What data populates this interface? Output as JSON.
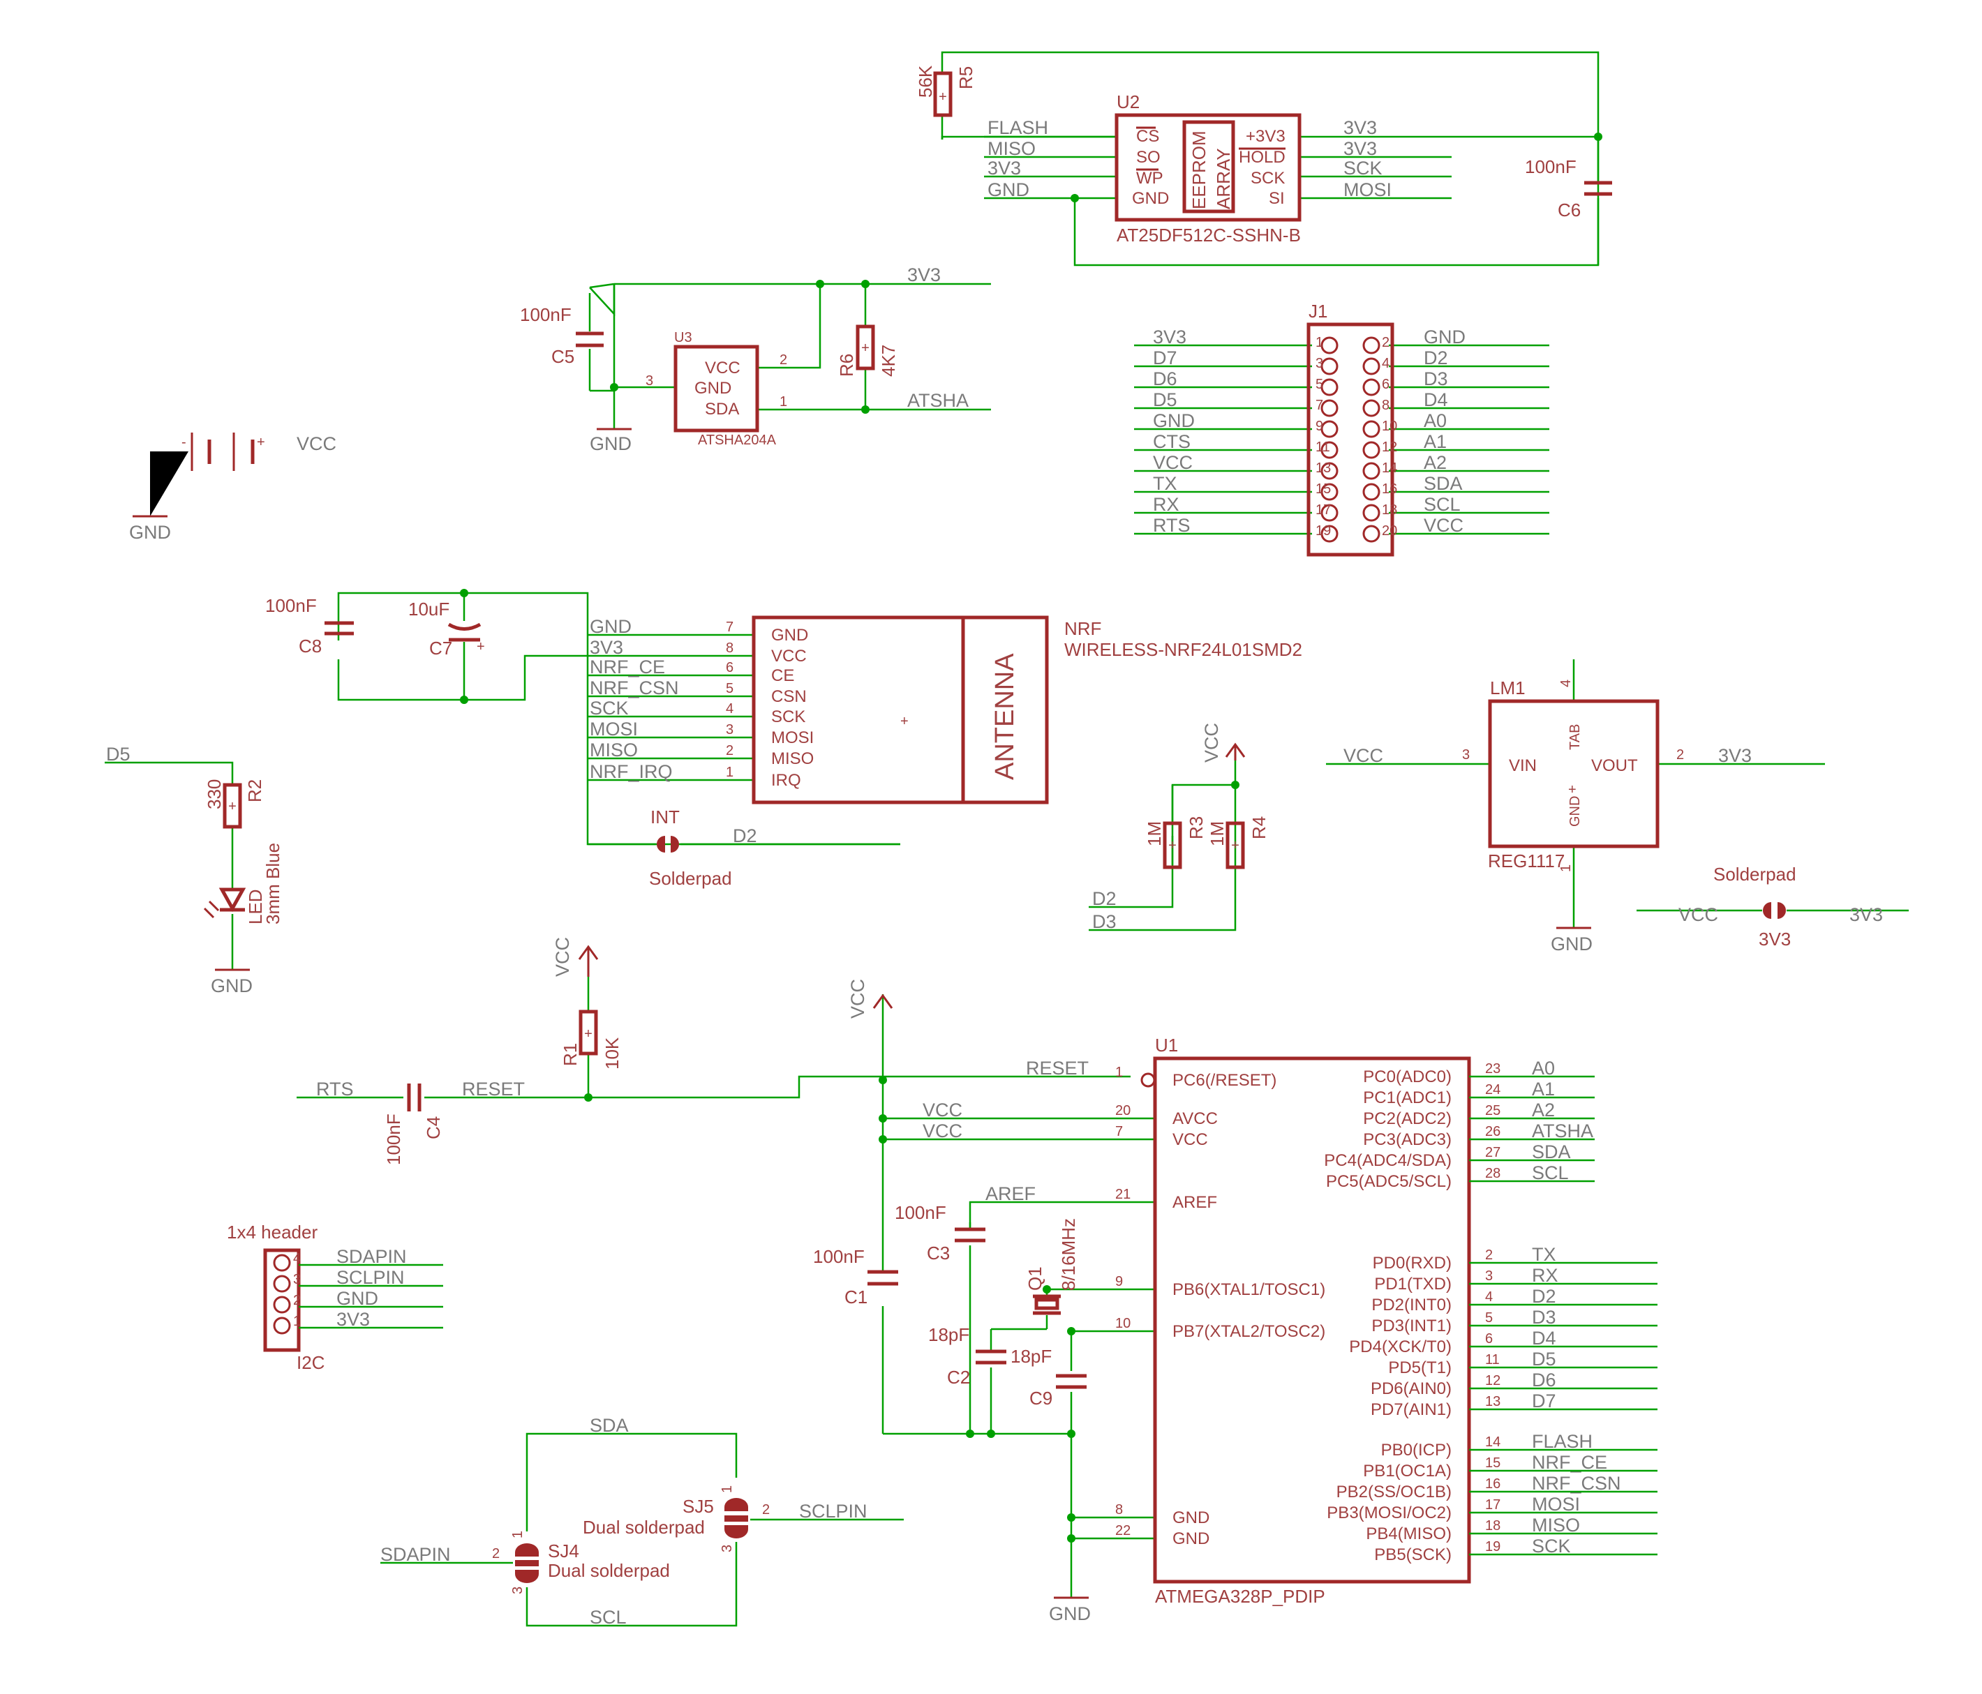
{
  "u2": {
    "ref": "U2",
    "part": "AT25DF512C-SSHN-B",
    "pins": [
      "CS",
      "SO",
      "WP",
      "GND",
      "+3V3",
      "HOLD",
      "SCK",
      "SI"
    ],
    "array": [
      "EEPROM",
      "ARRAY"
    ],
    "nets": [
      "FLASH",
      "MISO",
      "3V3",
      "GND",
      "3V3",
      "3V3",
      "SCK",
      "MOSI"
    ]
  },
  "r5": {
    "ref": "R5",
    "value": "56K"
  },
  "c6": {
    "ref": "C6",
    "value": "100nF"
  },
  "u3": {
    "ref": "U3",
    "part": "ATSHA204A",
    "pins": [
      "VCC",
      "GND",
      "SDA"
    ],
    "pin_numbers": [
      "2",
      "3",
      "1"
    ]
  },
  "c5": {
    "ref": "C5",
    "value": "100nF"
  },
  "r6": {
    "ref": "R6",
    "value": "4K7"
  },
  "u3_nets": {
    "supply": "3V3",
    "data": "ATSHA",
    "ground": "GND"
  },
  "battery": {
    "vcc": "VCC",
    "gnd": "GND",
    "minus": "-",
    "plus": "+"
  },
  "j1": {
    "ref": "J1",
    "left_nets": [
      "3V3",
      "D7",
      "D6",
      "D5",
      "GND",
      "CTS",
      "VCC",
      "TX",
      "RX",
      "RTS"
    ],
    "right_nets": [
      "GND",
      "D2",
      "D3",
      "D4",
      "A0",
      "A1",
      "A2",
      "SDA",
      "SCL",
      "VCC"
    ],
    "left_pins": [
      "1",
      "3",
      "5",
      "7",
      "9",
      "11",
      "13",
      "15",
      "17",
      "19"
    ],
    "right_pins": [
      "2",
      "4",
      "6",
      "8",
      "10",
      "12",
      "14",
      "16",
      "18",
      "20"
    ]
  },
  "nrf": {
    "ref": "NRF",
    "part": "WIRELESS-NRF24L01SMD2",
    "antenna": "ANTENNA",
    "pins": [
      "GND",
      "VCC",
      "CE",
      "CSN",
      "SCK",
      "MOSI",
      "MISO",
      "IRQ"
    ],
    "pin_numbers": [
      "7",
      "8",
      "6",
      "5",
      "4",
      "3",
      "2",
      "1"
    ],
    "nets": [
      "GND",
      "3V3",
      "NRF_CE",
      "NRF_CSN",
      "SCK",
      "MOSI",
      "MISO",
      "NRF_IRQ"
    ]
  },
  "c8": {
    "ref": "C8",
    "value": "100nF"
  },
  "c7": {
    "ref": "C7",
    "value": "10uF"
  },
  "int_pad": {
    "ref": "INT",
    "kind": "Solderpad",
    "net": "D2"
  },
  "r3": {
    "ref": "R3",
    "value": "1M"
  },
  "r4": {
    "ref": "R4",
    "value": "1M"
  },
  "pullup_nets": {
    "vcc": "VCC",
    "a": "D2",
    "b": "D3"
  },
  "lm1": {
    "ref": "LM1",
    "part": "REG1117",
    "vin": "VIN",
    "vout": "VOUT",
    "tab": "TAB",
    "gnd": "GND",
    "plus": "+",
    "vin_net": "VCC",
    "vout_net": "3V3",
    "gnd_net": "GND",
    "pin_vin": "3",
    "pin_vout": "2",
    "pin_tab": "4",
    "pin_gnd": "1"
  },
  "pad_3v3": {
    "ref": "3V3",
    "kind": "Solderpad",
    "left": "VCC",
    "right": "3V3"
  },
  "led": {
    "ref": "LED",
    "value": "3mm Blue",
    "net": "D5",
    "gnd": "GND"
  },
  "r2": {
    "ref": "R2",
    "value": "330"
  },
  "r1": {
    "ref": "R1",
    "value": "10K"
  },
  "c4": {
    "ref": "C4",
    "value": "100nF"
  },
  "reset_nets": {
    "rts": "RTS",
    "reset": "RESET",
    "vcc": "VCC"
  },
  "u1": {
    "ref": "U1",
    "part": "ATMEGA328P_PDIP",
    "left": [
      {
        "pin": "PC6(/RESET)",
        "num": "1",
        "net": "RESET"
      },
      {
        "pin": "AVCC",
        "num": "20",
        "net": "VCC"
      },
      {
        "pin": "VCC",
        "num": "7",
        "net": "VCC"
      },
      {
        "pin": "AREF",
        "num": "21",
        "net": "AREF"
      },
      {
        "pin": "PB6(XTAL1/TOSC1)",
        "num": "9",
        "net": ""
      },
      {
        "pin": "PB7(XTAL2/TOSC2)",
        "num": "10",
        "net": ""
      },
      {
        "pin": "GND",
        "num": "8",
        "net": ""
      },
      {
        "pin": "GND",
        "num": "22",
        "net": ""
      }
    ],
    "right": [
      {
        "pin": "PC0(ADC0)",
        "num": "23",
        "net": "A0"
      },
      {
        "pin": "PC1(ADC1)",
        "num": "24",
        "net": "A1"
      },
      {
        "pin": "PC2(ADC2)",
        "num": "25",
        "net": "A2"
      },
      {
        "pin": "PC3(ADC3)",
        "num": "26",
        "net": "ATSHA"
      },
      {
        "pin": "PC4(ADC4/SDA)",
        "num": "27",
        "net": "SDA"
      },
      {
        "pin": "PC5(ADC5/SCL)",
        "num": "28",
        "net": "SCL"
      },
      {
        "pin": "PD0(RXD)",
        "num": "2",
        "net": "TX"
      },
      {
        "pin": "PD1(TXD)",
        "num": "3",
        "net": "RX"
      },
      {
        "pin": "PD2(INT0)",
        "num": "4",
        "net": "D2"
      },
      {
        "pin": "PD3(INT1)",
        "num": "5",
        "net": "D3"
      },
      {
        "pin": "PD4(XCK/T0)",
        "num": "6",
        "net": "D4"
      },
      {
        "pin": "PD5(T1)",
        "num": "11",
        "net": "D5"
      },
      {
        "pin": "PD6(AIN0)",
        "num": "12",
        "net": "D6"
      },
      {
        "pin": "PD7(AIN1)",
        "num": "13",
        "net": "D7"
      },
      {
        "pin": "PB0(ICP)",
        "num": "14",
        "net": "FLASH"
      },
      {
        "pin": "PB1(OC1A)",
        "num": "15",
        "net": "NRF_CE"
      },
      {
        "pin": "PB2(SS/OC1B)",
        "num": "16",
        "net": "NRF_CSN"
      },
      {
        "pin": "PB3(MOSI/OC2)",
        "num": "17",
        "net": "MOSI"
      },
      {
        "pin": "PB4(MISO)",
        "num": "18",
        "net": "MISO"
      },
      {
        "pin": "PB5(SCK)",
        "num": "19",
        "net": "SCK"
      }
    ]
  },
  "c3": {
    "ref": "C3",
    "value": "100nF"
  },
  "c1": {
    "ref": "C1",
    "value": "100nF"
  },
  "c2": {
    "ref": "C2",
    "value": "18pF"
  },
  "c9": {
    "ref": "C9",
    "value": "18pF"
  },
  "q1": {
    "ref": "Q1",
    "value": "8/16MHz"
  },
  "u1_nets": {
    "vcc": "VCC",
    "gnd": "GND"
  },
  "i2c": {
    "ref": "I2C",
    "value": "1x4 header",
    "nets": [
      "SDAPIN",
      "SCLPIN",
      "GND",
      "3V3"
    ],
    "pins": [
      "4",
      "3",
      "2",
      "1"
    ]
  },
  "sj4": {
    "ref": "SJ4",
    "kind": "Dual solderpad",
    "net": "SDAPIN",
    "pins": [
      "1",
      "2",
      "3"
    ]
  },
  "sj5": {
    "ref": "SJ5",
    "kind": "Dual solderpad",
    "net": "SCLPIN",
    "pins": [
      "1",
      "2",
      "3"
    ]
  },
  "sj_nets": {
    "sda": "SDA",
    "scl": "SCL"
  }
}
